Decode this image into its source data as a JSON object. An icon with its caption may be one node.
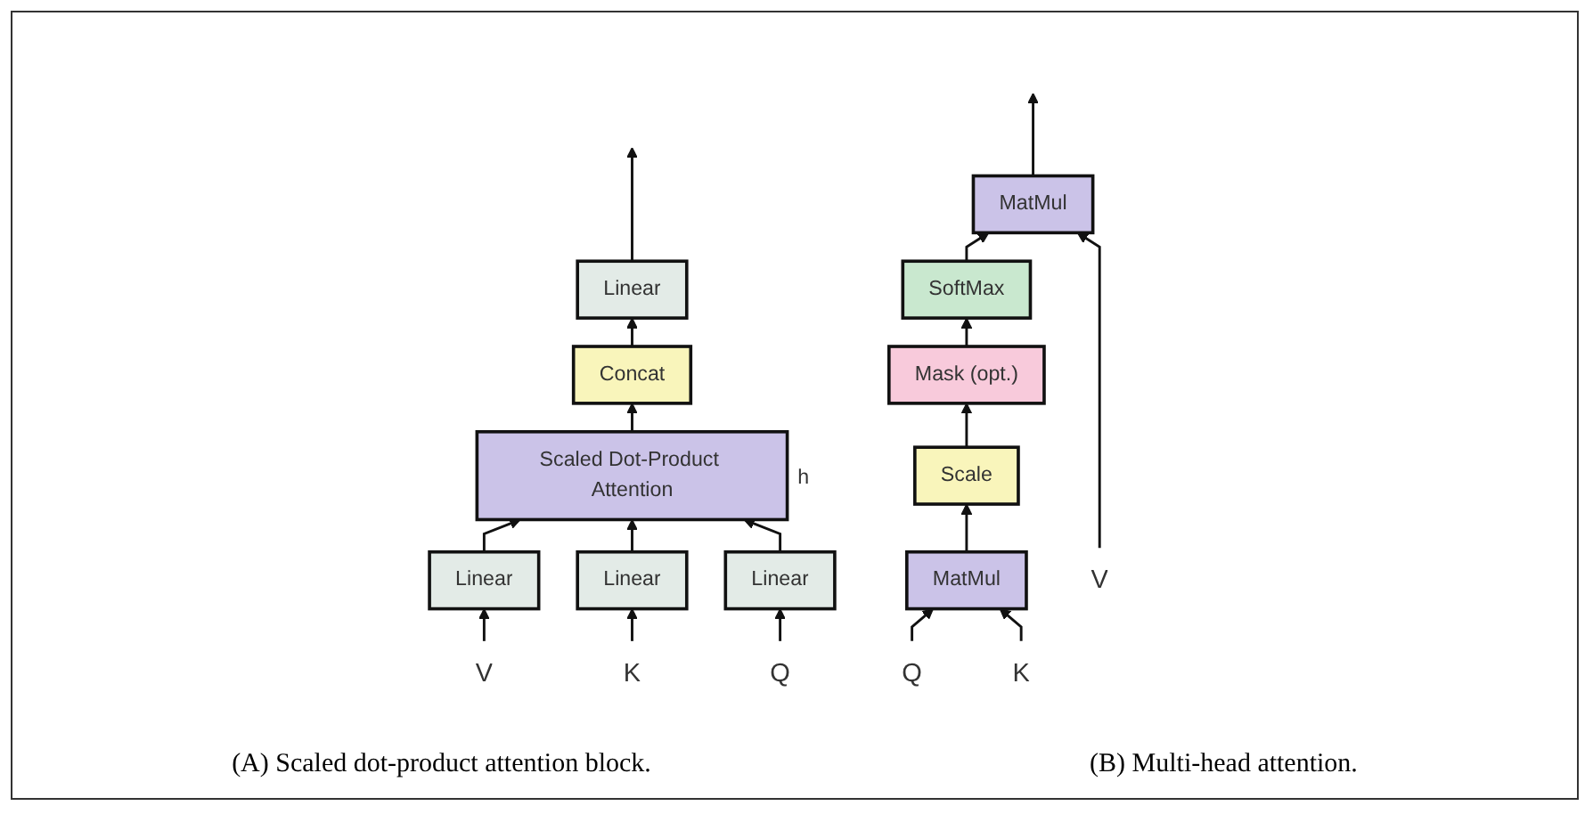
{
  "diagram": {
    "nodes": [
      {
        "text": [
          "MatMul"
        ]
      },
      {
        "text": [
          "SoftMax"
        ]
      },
      {
        "text": [
          "Mask (opt.)"
        ]
      },
      {
        "text": [
          "Scale"
        ]
      },
      {
        "text": [
          "MatMul"
        ]
      },
      {
        "text": [
          "Q"
        ]
      },
      {
        "text": [
          "K"
        ]
      },
      {
        "text": [
          "V"
        ]
      },
      {
        "text": [
          "Linear"
        ]
      },
      {
        "text": [
          "Concat"
        ]
      },
      {
        "text": [
          "Scaled Dot-Product Attention"
        ],
        "beside": [
          "h"
        ]
      },
      {
        "text": [
          "Linear"
        ]
      },
      {
        "text": [
          "Linear"
        ]
      },
      {
        "text": [
          "Linear"
        ]
      },
      {
        "text": [
          "V"
        ]
      },
      {
        "text": [
          "K"
        ]
      },
      {
        "text": [
          "Q"
        ]
      }
    ],
    "edges": [
      {
        "from": 0,
        "to": null,
        "arrow": "to"
      },
      {
        "from": 1,
        "to": 0,
        "arrow": "to"
      },
      {
        "from": 7,
        "to": 0,
        "arrow": "to"
      },
      {
        "from": 2,
        "to": 1,
        "arrow": "to"
      },
      {
        "from": 3,
        "to": 2,
        "arrow": "to"
      },
      {
        "from": 4,
        "to": 3,
        "arrow": "to"
      },
      {
        "from": 5,
        "to": 4,
        "arrow": "to"
      },
      {
        "from": 6,
        "to": 4,
        "arrow": "to"
      },
      {
        "from": 8,
        "to": null,
        "arrow": "to"
      },
      {
        "from": 9,
        "to": 8,
        "arrow": "to"
      },
      {
        "from": 10,
        "to": 9,
        "arrow": "to"
      },
      {
        "from": 11,
        "to": 10,
        "arrow": "to"
      },
      {
        "from": 12,
        "to": 10,
        "arrow": "to"
      },
      {
        "from": 13,
        "to": 10,
        "arrow": "to"
      },
      {
        "from": 14,
        "to": 11,
        "arrow": "to"
      },
      {
        "from": 15,
        "to": 12,
        "arrow": "to"
      },
      {
        "from": 16,
        "to": 13,
        "arrow": "to"
      }
    ],
    "labels": [
      "(A) Scaled dot-product attention block.",
      "(B) Multi-head attention."
    ]
  }
}
